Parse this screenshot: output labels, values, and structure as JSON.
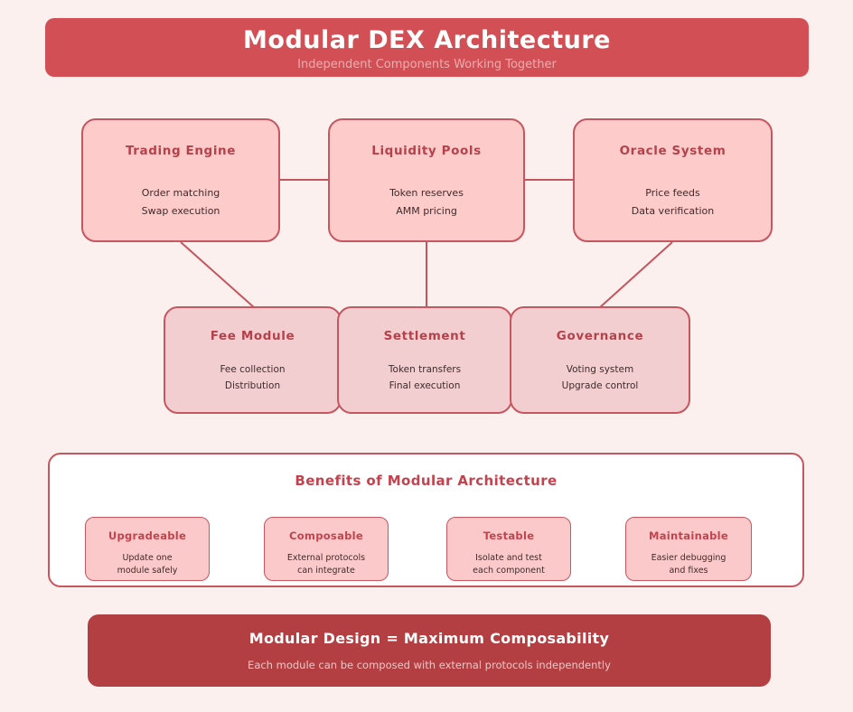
{
  "header": {
    "title": "Modular DEX Architecture",
    "subtitle": "Independent Components Working Together"
  },
  "modules_top": [
    {
      "title": "Trading Engine",
      "lines": [
        "Order matching",
        "Swap execution"
      ]
    },
    {
      "title": "Liquidity Pools",
      "lines": [
        "Token reserves",
        "AMM pricing"
      ]
    },
    {
      "title": "Oracle System",
      "lines": [
        "Price feeds",
        "Data verification"
      ]
    }
  ],
  "modules_bottom": [
    {
      "title": "Fee Module",
      "lines": [
        "Fee collection",
        "Distribution"
      ]
    },
    {
      "title": "Settlement",
      "lines": [
        "Token transfers",
        "Final execution"
      ]
    },
    {
      "title": "Governance",
      "lines": [
        "Voting system",
        "Upgrade control"
      ]
    }
  ],
  "benefits": {
    "title": "Benefits of Modular Architecture",
    "cards": [
      {
        "title": "Upgradeable",
        "line1": "Update one",
        "line2": "module safely"
      },
      {
        "title": "Composable",
        "line1": "External protocols",
        "line2": "can integrate"
      },
      {
        "title": "Testable",
        "line1": "Isolate and test",
        "line2": "each component"
      },
      {
        "title": "Maintainable",
        "line1": "Easier debugging",
        "line2": "and fixes"
      }
    ]
  },
  "footer": {
    "title": "Modular Design = Maximum Composability",
    "subtitle": "Each module can be composed with external protocols independently"
  },
  "colors": {
    "page-bg": "#fcf0ee",
    "banner-red": "#d25055",
    "footer-red": "#b43f43",
    "node-border": "#c6565f",
    "node-fill-top": "#fccbca",
    "node-fill-mid": "#f3ced1",
    "node-title": "#b5414a",
    "text-dark": "#3f2b2b",
    "card-fill": "#fbc9c9",
    "benefits-title": "#c4424d",
    "subtitle-pink": "#edacae",
    "footer-subtitle": "#eec4c5",
    "connector": "#c4555e"
  }
}
